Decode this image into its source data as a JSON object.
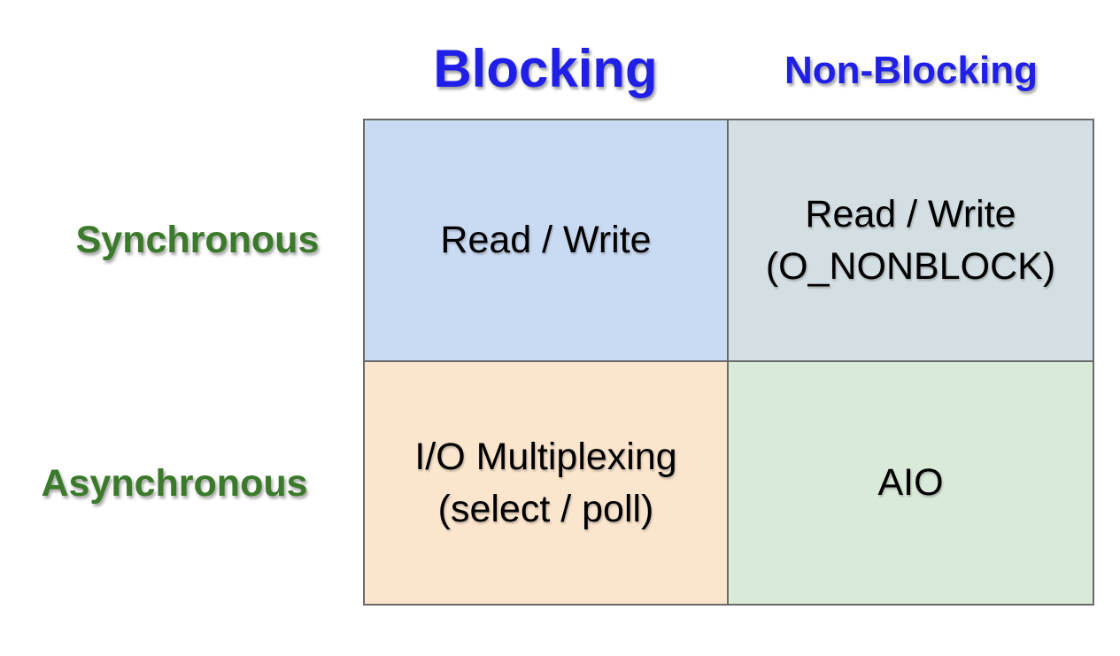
{
  "page": {
    "background": "#ffffff"
  },
  "matrix": {
    "column_headers": [
      {
        "label": "Blocking"
      },
      {
        "label": "Non-Blocking"
      }
    ],
    "row_headers": [
      {
        "label": "Synchronous"
      },
      {
        "label": "Asynchronous"
      }
    ],
    "cells": [
      {
        "id": "synchronous-blocking",
        "lines": [
          "Read / Write",
          ""
        ],
        "bg": "#C9DAF3"
      },
      {
        "id": "synchronous-non-blocking",
        "lines": [
          "Read / Write",
          "(O_NONBLOCK)"
        ],
        "bg": "#D3DFE3"
      },
      {
        "id": "asynchronous-blocking",
        "lines": [
          "I/O Multiplexing",
          "(select / poll)"
        ],
        "bg": "#FBE5CD"
      },
      {
        "id": "asynchronous-non-blocking",
        "lines": [
          "AIO",
          ""
        ],
        "bg": "#DAEAD8"
      }
    ],
    "colors": {
      "header_blue": "#1F1FE8",
      "label_green": "#3B7A2A",
      "grid_border": "#6A6A6A",
      "cell_text": "#000000"
    }
  }
}
